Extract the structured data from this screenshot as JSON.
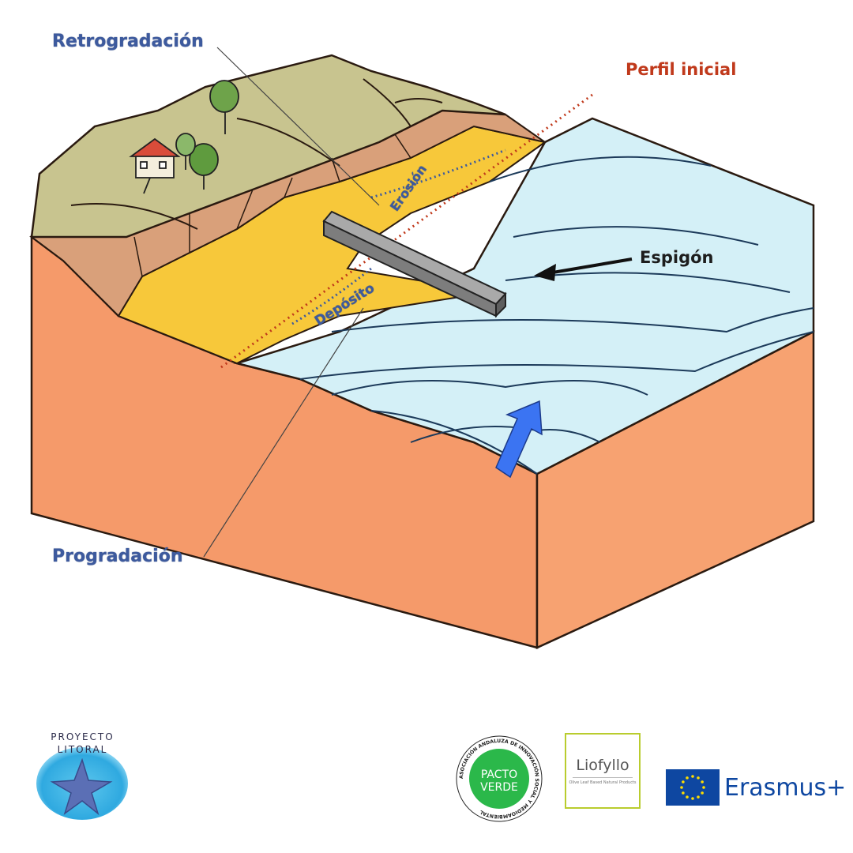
{
  "diagram": {
    "labels": {
      "retrogradacion": "Retrogradación",
      "perfil_inicial": "Perfil inicial",
      "espigon": "Espigón",
      "erosion": "Erosión",
      "deposito": "Depósito",
      "progradacion": "Progradación"
    }
  },
  "footer": {
    "proyecto_litoral": {
      "line1": "PROYECTO",
      "line2": "LITORAL"
    },
    "pacto_verde": {
      "ring": "ASOCIACIÓN ANDALUZA DE INNOVACIÓN SOCIAL Y MEDIOAMBIENTAL",
      "line1": "PACTO",
      "line2": "VERDE"
    },
    "liofyllo": {
      "name": "Liofyllo",
      "tagline": "Olive Leaf Based Natural Products"
    },
    "erasmus": {
      "name": "Erasmus+"
    }
  },
  "colors": {
    "sea": "#d4f0f7",
    "land": "#c8c48f",
    "sand": "#f7c83a",
    "cliff": "#f59a6a",
    "groyne": "#8a8a8a",
    "current_arrow": "#3b74f2",
    "eu_blue": "#0e47a1"
  }
}
